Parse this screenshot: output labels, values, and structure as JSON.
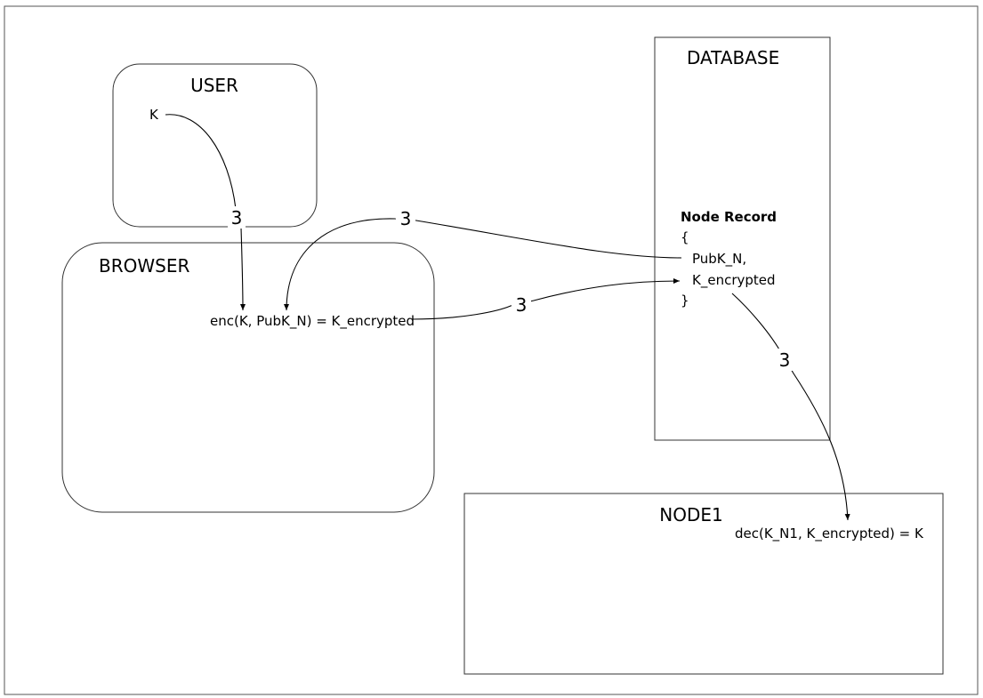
{
  "user": {
    "title": "USER",
    "key_label": "K"
  },
  "browser": {
    "title": "BROWSER",
    "formula": "enc(K, PubK_N) = K_encrypted"
  },
  "database": {
    "title": "DATABASE",
    "record_title": "Node Record",
    "open_brace": "{",
    "field_1": "PubK_N,",
    "field_2": "K_encrypted",
    "close_brace": "}"
  },
  "node1": {
    "title": "NODE1",
    "formula": "dec(K_N1, K_encrypted) = K"
  },
  "edges": [
    {
      "from": "K",
      "to": "enc(K, PubK_N) = K_encrypted",
      "label": "3"
    },
    {
      "from": "PubK_N",
      "to": "enc(K, PubK_N) = K_encrypted",
      "label": "3"
    },
    {
      "from": "enc(K, PubK_N) = K_encrypted",
      "to": "K_encrypted",
      "label": "3"
    },
    {
      "from": "K_encrypted",
      "to": "dec(K_N1, K_encrypted) = K",
      "label": "3"
    }
  ],
  "colors": {
    "background": "#ffffff",
    "stroke": "#333333",
    "text": "#000000"
  }
}
